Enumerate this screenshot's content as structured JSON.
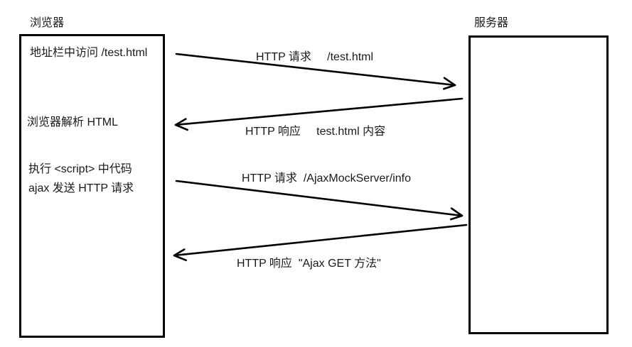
{
  "diagram": {
    "colors": {
      "stroke": "#000000",
      "background": "#ffffff",
      "text": "#1a1a1a"
    },
    "browser": {
      "title": "浏览器",
      "lines": [
        "地址栏中访问 /test.html",
        "浏览器解析 HTML",
        "执行 <script> 中代码",
        "ajax 发送 HTTP 请求"
      ]
    },
    "server": {
      "title": "服务器"
    },
    "arrows": [
      {
        "label": "HTTP 请求     /test.html",
        "direction": "browser-to-server"
      },
      {
        "label": "HTTP 响应     test.html 内容",
        "direction": "server-to-browser"
      },
      {
        "label": "HTTP 请求  /AjaxMockServer/info",
        "direction": "browser-to-server"
      },
      {
        "label": "HTTP 响应  \"Ajax GET 方法\"",
        "direction": "server-to-browser"
      }
    ]
  }
}
